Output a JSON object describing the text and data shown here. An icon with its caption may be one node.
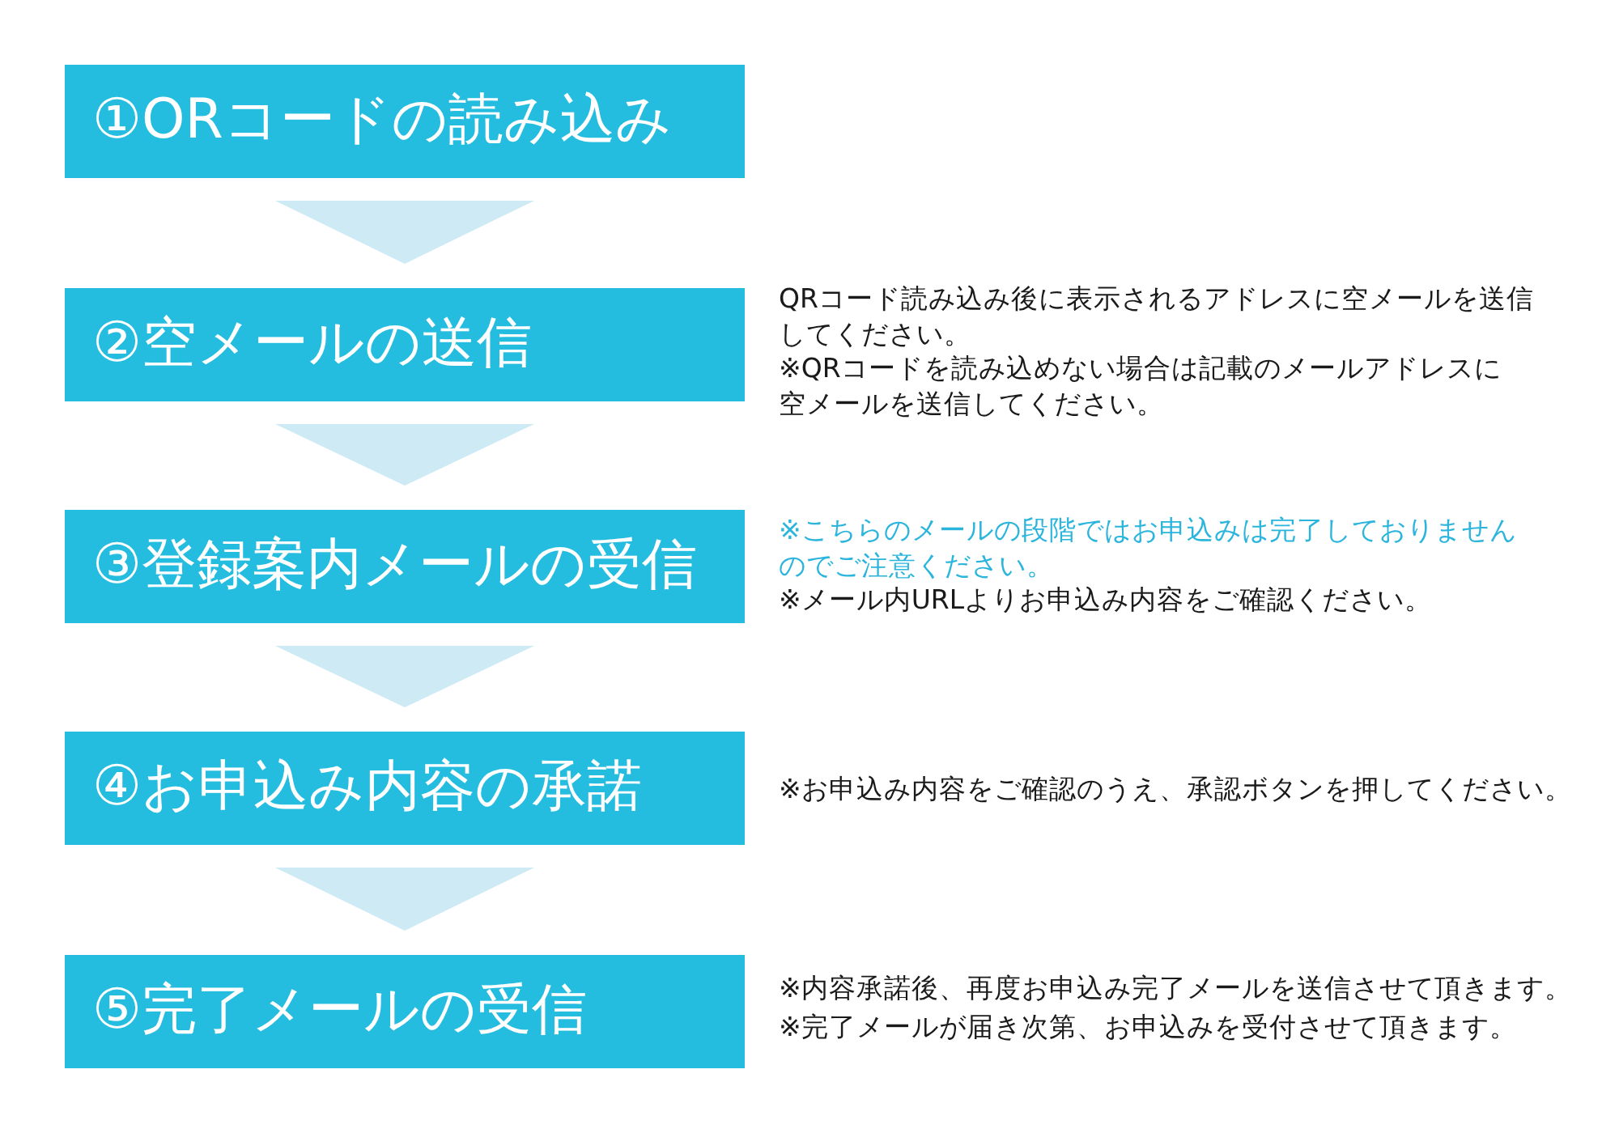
{
  "diagram": {
    "nodes": [
      {
        "text": [
          "①ORコードの読み込み"
        ]
      },
      {
        "text": [
          "②空メールの送信"
        ],
        "beside": [
          "QRコード読み込み後に表示されるアドレスに空メールを送信してください。",
          "※QRコードを読み込めない場合は記載のメールアドレスに空メールを送信してください。"
        ]
      },
      {
        "text": [
          "③登録案内メールの受信"
        ],
        "beside": [
          "※こちらのメールの段階ではお申込みは完了しておりませんのでご注意ください。",
          "※メール内URLよりお申込み内容をご確認ください。"
        ]
      },
      {
        "text": [
          "④お申込み内容の承諾"
        ],
        "beside": [
          "※お申込み内容をご確認のうえ、承認ボタンを押してください。"
        ]
      },
      {
        "text": [
          "⑤完了メールの受信"
        ],
        "beside": [
          "※内容承諾後、再度お申込み完了メールを送信させて頂きます。",
          "※完了メールが届き次第、お申込みを受付させて頂きます。"
        ]
      }
    ],
    "edges": [
      {
        "from": 0,
        "to": 1,
        "arrow": "to"
      },
      {
        "from": 1,
        "to": 2,
        "arrow": "to"
      },
      {
        "from": 2,
        "to": 3,
        "arrow": "to"
      },
      {
        "from": 3,
        "to": 4,
        "arrow": "to"
      }
    ]
  }
}
